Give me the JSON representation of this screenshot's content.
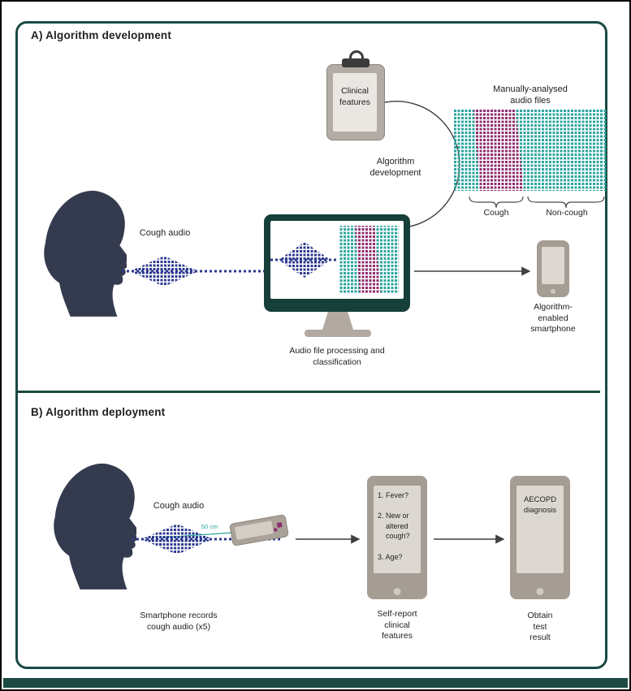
{
  "colors": {
    "frame": "#1b4a43",
    "teal": "#2ba59e",
    "purple": "#8e2e6f",
    "navy": "#2d3a8f",
    "head": "#343b4e",
    "phoneBody": "#a59c93",
    "phoneScreen": "#dcd8d1",
    "stand": "#b2a9a0",
    "clipboardBody": "#b3aca4",
    "clipboardPaper": "#eae7e2",
    "clip": "#3b3b3b",
    "arrow": "#3f3f3f",
    "text": "#1f1f1f"
  },
  "panel_a": {
    "title": "A) Algorithm development",
    "clipboard": "Clinical\nfeatures",
    "audio_files_label": "Manually-analysed\naudio files",
    "cycle_label": "Algorithm\ndevelopment",
    "cough_audio": "Cough audio",
    "brace_cough": "Cough",
    "brace_noncough": "Non-cough",
    "monitor_caption": "Audio file processing and\nclassification",
    "phone_caption": "Algorithm-\nenabled\nsmartphone"
  },
  "panel_b": {
    "title": "B) Algorithm deployment",
    "cough_audio": "Cough audio",
    "distance": "50 cm",
    "record_caption": "Smartphone records\ncough audio (x5)",
    "questions": "1. Fever?\n\n2. New or\n    altered\n    cough?\n\n3. Age?",
    "questions_caption": "Self-report\nclinical\nfeatures",
    "result": "AECOPD\ndiagnosis",
    "result_caption": "Obtain\ntest\nresult"
  }
}
